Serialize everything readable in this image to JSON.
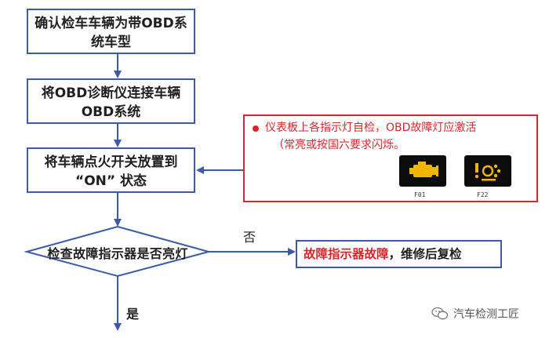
{
  "flow": {
    "step1": {
      "line1": "确认检车车辆为带OBD系",
      "line2": "统车型"
    },
    "step2": {
      "line1": "将OBD诊断仪连接车辆",
      "line2": "OBD系统"
    },
    "step3": {
      "line1": "将车辆点火开关放置到",
      "line2": "“ON” 状态"
    },
    "decision": "检查故障指示器是否亮灯",
    "no_label": "否",
    "yes_label": "是",
    "fault": {
      "red_text": "故障指示器故障",
      "rest_text": "，维修后复检"
    }
  },
  "note": {
    "line1": "仪表板上各指示灯自检，OBD故障灯应激活",
    "line2": "（常亮或按国六要求闪烁。",
    "lamps": [
      {
        "icon": "engine-check-icon",
        "code": "F01"
      },
      {
        "icon": "exhaust-warning-icon",
        "code": "F22"
      }
    ]
  },
  "watermark": {
    "icon": "wechat-icon",
    "text": "汽车检测工匠"
  },
  "colors": {
    "box_border": "#3b5aa8",
    "note_border": "#d8262d",
    "lamp_glyph": "#f2b600",
    "text": "#1f1f1f"
  }
}
